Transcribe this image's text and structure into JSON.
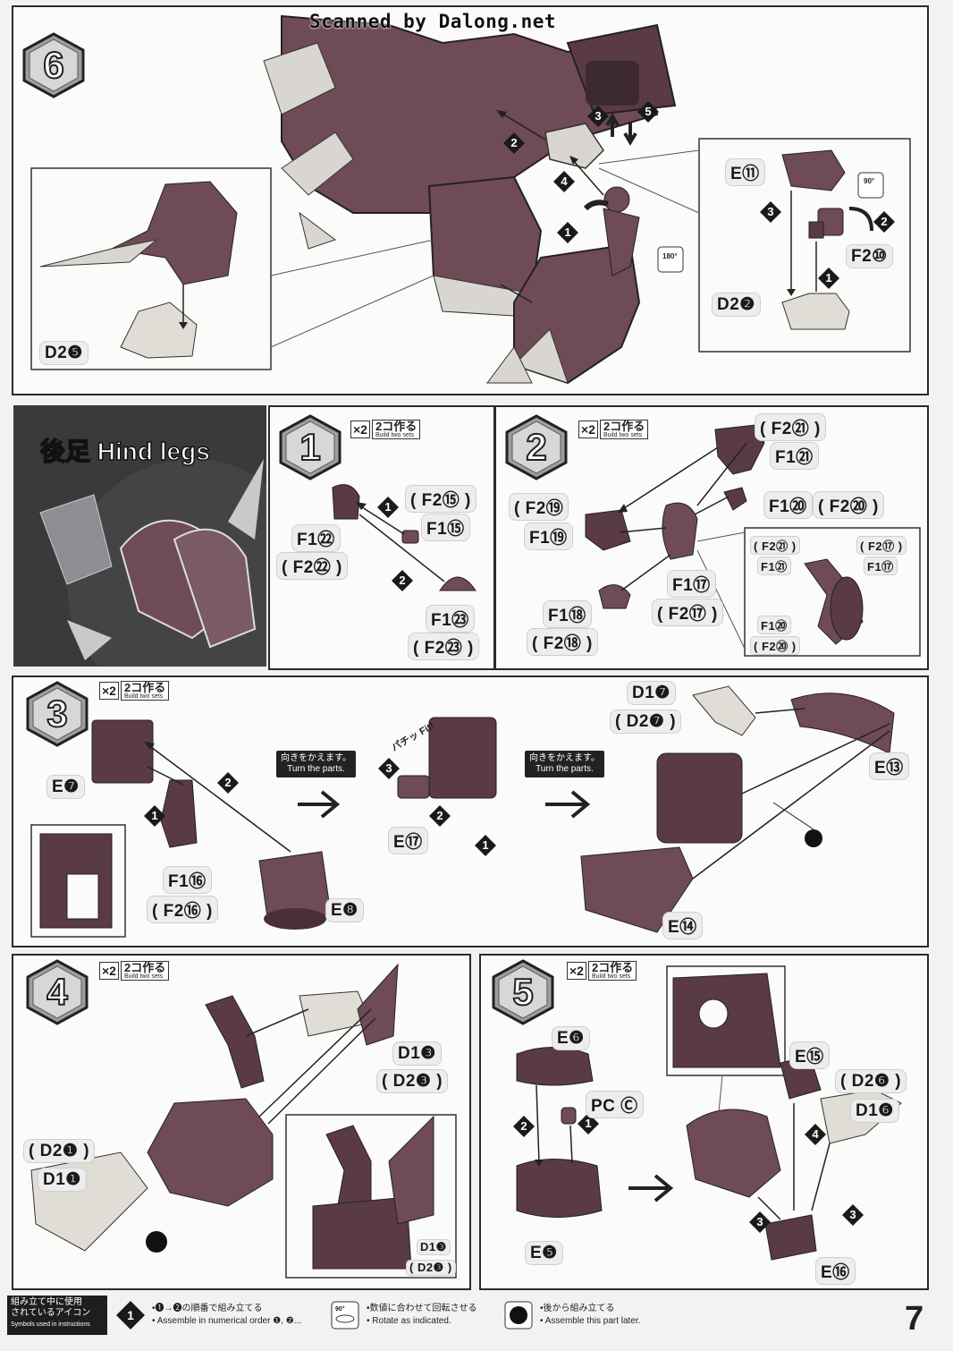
{
  "watermark": "Scanned by Dalong.net",
  "page_number": "7",
  "common": {
    "x2": "×2",
    "make_two_jp": "2コ作る",
    "make_two_en": "Build two sets",
    "turn_jp": "向きをかえます。",
    "turn_en": "Turn the parts.",
    "fit_jp": "パチッ",
    "fit_en": "Fit!"
  },
  "section_title": "後足 Hind legs",
  "steps": {
    "s6": {
      "num": "6",
      "labels": {
        "e11": "E⑪",
        "f210": "F2⑩",
        "d22": "D2❷",
        "d25": "D2❺"
      },
      "rotate": "180°",
      "rotate90": "90°"
    },
    "s1": {
      "num": "1",
      "labels": {
        "f215": "( F2⑮ )",
        "f115": "F1⑮",
        "f122": "F1㉒",
        "f222": "( F2㉒ )",
        "f123": "F1㉓",
        "f223": "( F2㉓ )"
      }
    },
    "s2": {
      "num": "2",
      "labels": {
        "f221a": "( F2㉑ )",
        "f121a": "F1㉑",
        "f219": "( F2⑲",
        "f119": "F1⑲",
        "f120": "F1⑳",
        "f220": "( F2⑳ )",
        "f117": "F1⑰",
        "f217": "( F2⑰ )",
        "f118": "F1⑱",
        "f218": "( F2⑱ )",
        "i_f221": "( F2㉑ )",
        "i_f121": "F1㉑",
        "i_f217": "( F2⑰ )",
        "i_f117": "F1⑰",
        "i_f120": "F1⑳",
        "i_f220": "( F2⑳ )"
      }
    },
    "s3": {
      "num": "3",
      "labels": {
        "e7": "E❼",
        "f116": "F1⑯",
        "f216": "( F2⑯ )",
        "e8": "E❽",
        "e17": "E⑰",
        "d17": "D1❼",
        "d27": "( D2❼ )",
        "e13": "E⑬",
        "e14": "E⑭"
      }
    },
    "s4": {
      "num": "4",
      "labels": {
        "d13": "D1❸",
        "d23": "( D2❸ )",
        "d21": "( D2❶ )",
        "d11": "D1❶",
        "i_d13": "D1❸",
        "i_d23": "( D2❸ )"
      }
    },
    "s5": {
      "num": "5",
      "labels": {
        "e6": "E❻",
        "pcc": "PC Ⓒ",
        "e5": "E❺",
        "e15": "E⑮",
        "d26": "( D2❻ )",
        "d16": "D1❻",
        "e16": "E⑯"
      }
    }
  },
  "legend": {
    "title_jp1": "組み立て中に使用",
    "title_jp2": "されているアイコン",
    "title_en": "Symbols used in instructions",
    "i1_jp": "•❶→❷の順番で組み立てる",
    "i1_en": "• Assemble in numerical order ❶, ❷...",
    "i2_icon": "90°",
    "i2_jp": "•数値に合わせて回転させる",
    "i2_en": "• Rotate as indicated.",
    "i3_jp": "•後から組み立てる",
    "i3_en": "• Assemble this part later."
  },
  "colors": {
    "part_dark": "#5a3a45",
    "part_mid": "#7a5a63",
    "part_light": "#cfcac3",
    "ink": "#231f20"
  }
}
